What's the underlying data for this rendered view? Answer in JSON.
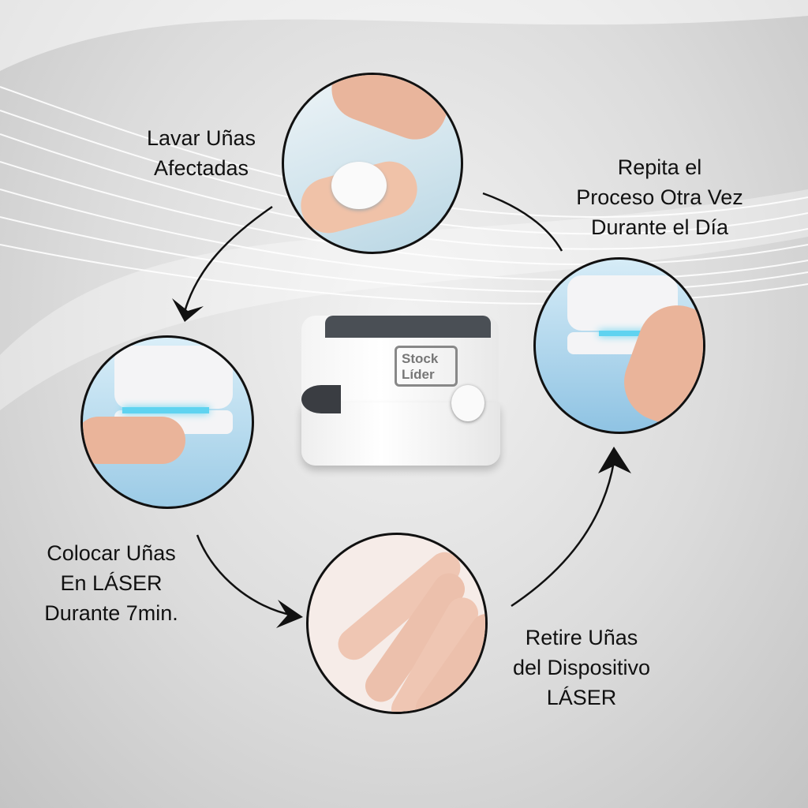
{
  "steps": [
    {
      "lines": [
        "Lavar Uñas",
        "Afectadas"
      ]
    },
    {
      "lines": [
        "Colocar Uñas",
        "En LÁSER",
        "Durante 7min."
      ]
    },
    {
      "lines": [
        "Retire Uñas",
        "del Dispositivo",
        "LÁSER"
      ]
    },
    {
      "lines": [
        "Repita el",
        "Proceso Otra Vez",
        "Durante el Día"
      ]
    }
  ],
  "brand": {
    "line1": "Stock",
    "line2": "Líder"
  },
  "colors": {
    "laser": "#5fd3f0",
    "skin": "#f2c3ae",
    "border": "#111111"
  }
}
